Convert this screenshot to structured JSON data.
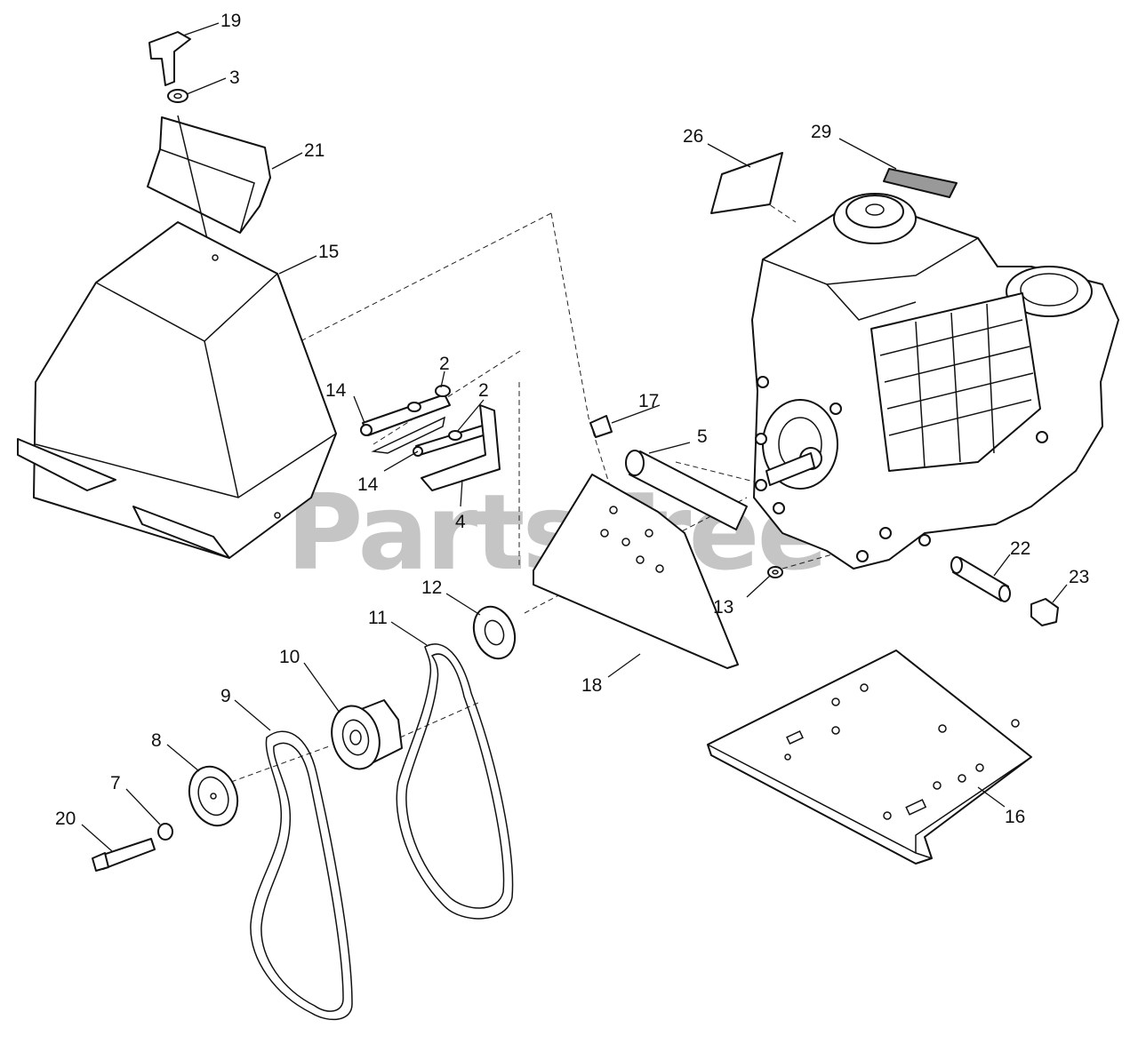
{
  "watermark": "PartsTree",
  "callouts": [
    {
      "id": "c19",
      "text": "19"
    },
    {
      "id": "c3",
      "text": "3"
    },
    {
      "id": "c21",
      "text": "21"
    },
    {
      "id": "c26",
      "text": "26"
    },
    {
      "id": "c29",
      "text": "29"
    },
    {
      "id": "c15",
      "text": "15"
    },
    {
      "id": "c2a",
      "text": "2"
    },
    {
      "id": "c2b",
      "text": "2"
    },
    {
      "id": "c14a",
      "text": "14"
    },
    {
      "id": "c14b",
      "text": "14"
    },
    {
      "id": "c4",
      "text": "4"
    },
    {
      "id": "c17",
      "text": "17"
    },
    {
      "id": "c5",
      "text": "5"
    },
    {
      "id": "c22",
      "text": "22"
    },
    {
      "id": "c23",
      "text": "23"
    },
    {
      "id": "c13",
      "text": "13"
    },
    {
      "id": "c12",
      "text": "12"
    },
    {
      "id": "c11",
      "text": "11"
    },
    {
      "id": "c10",
      "text": "10"
    },
    {
      "id": "c18",
      "text": "18"
    },
    {
      "id": "c9",
      "text": "9"
    },
    {
      "id": "c8",
      "text": "8"
    },
    {
      "id": "c7",
      "text": "7"
    },
    {
      "id": "c20",
      "text": "20"
    },
    {
      "id": "c16",
      "text": "16"
    }
  ]
}
